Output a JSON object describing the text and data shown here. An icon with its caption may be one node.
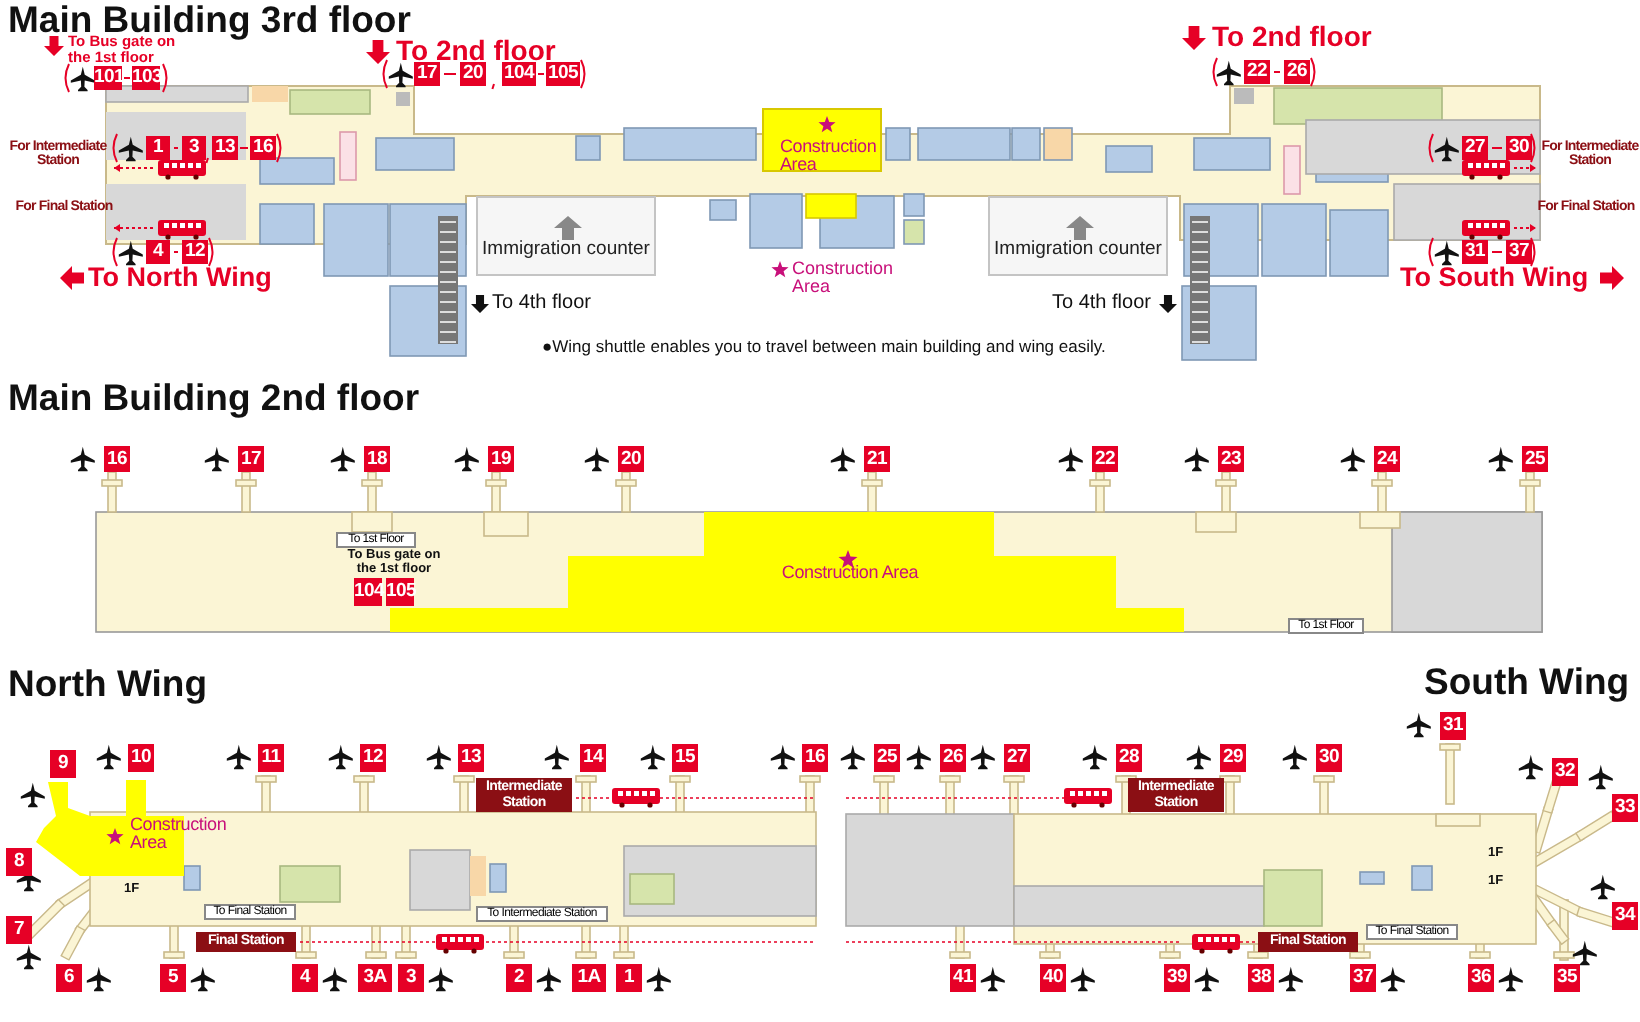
{
  "diagram": {
    "nodes": [
      {
        "text": [
          "101"
        ]
      },
      {
        "text": [
          "103"
        ]
      },
      {
        "text": [
          "17"
        ]
      },
      {
        "text": [
          "20"
        ]
      },
      {
        "text": [
          "104"
        ]
      },
      {
        "text": [
          "105"
        ]
      },
      {
        "text": [
          "22"
        ]
      },
      {
        "text": [
          "26"
        ]
      },
      {
        "text": [
          "Construction Area"
        ]
      },
      {
        "text": [
          "1"
        ]
      },
      {
        "text": [
          "3"
        ]
      },
      {
        "text": [
          "13"
        ]
      },
      {
        "text": [
          "16"
        ]
      },
      {
        "text": [
          "27"
        ]
      },
      {
        "text": [
          "30"
        ]
      },
      {
        "text": [
          "4"
        ]
      },
      {
        "text": [
          "12"
        ]
      },
      {
        "text": [
          "31"
        ]
      },
      {
        "text": [
          "37"
        ]
      },
      {
        "text": [
          "Immigration counter"
        ]
      },
      {
        "text": [
          "Immigration counter"
        ]
      },
      {
        "text": [
          "16"
        ]
      },
      {
        "text": [
          "17"
        ]
      },
      {
        "text": [
          "18"
        ]
      },
      {
        "text": [
          "19"
        ]
      },
      {
        "text": [
          "20"
        ]
      },
      {
        "text": [
          "21"
        ]
      },
      {
        "text": [
          "22"
        ]
      },
      {
        "text": [
          "23"
        ]
      },
      {
        "text": [
          "24"
        ]
      },
      {
        "text": [
          "25"
        ]
      },
      {
        "text": [
          "To 1st Floor"
        ]
      },
      {
        "text": [
          "104"
        ]
      },
      {
        "text": [
          "105"
        ]
      },
      {
        "text": [
          "Construction Area"
        ]
      },
      {
        "text": [
          "To 1st Floor"
        ]
      },
      {
        "text": [
          "9"
        ]
      },
      {
        "text": [
          "10"
        ]
      },
      {
        "text": [
          "11"
        ]
      },
      {
        "text": [
          "12"
        ]
      },
      {
        "text": [
          "13"
        ]
      },
      {
        "text": [
          "14"
        ]
      },
      {
        "text": [
          "15"
        ]
      },
      {
        "text": [
          "16"
        ]
      },
      {
        "text": [
          "Construction Area"
        ]
      },
      {
        "text": [
          "Intermediate Station"
        ]
      },
      {
        "text": [
          "8"
        ]
      },
      {
        "text": [
          "7"
        ]
      },
      {
        "text": [
          "To Final Station"
        ]
      },
      {
        "text": [
          "To Intermediate Station"
        ]
      },
      {
        "text": [
          "Final Station"
        ]
      },
      {
        "text": [
          "6"
        ]
      },
      {
        "text": [
          "5"
        ]
      },
      {
        "text": [
          "4"
        ]
      },
      {
        "text": [
          "3A"
        ]
      },
      {
        "text": [
          "3"
        ]
      },
      {
        "text": [
          "2"
        ]
      },
      {
        "text": [
          "1A"
        ]
      },
      {
        "text": [
          "1"
        ]
      },
      {
        "text": [
          "25"
        ]
      },
      {
        "text": [
          "26"
        ]
      },
      {
        "text": [
          "27"
        ]
      },
      {
        "text": [
          "28"
        ]
      },
      {
        "text": [
          "29"
        ]
      },
      {
        "text": [
          "30"
        ]
      },
      {
        "text": [
          "31"
        ]
      },
      {
        "text": [
          "32"
        ]
      },
      {
        "text": [
          "Intermediate Station"
        ]
      },
      {
        "text": [
          "33"
        ]
      },
      {
        "text": [
          "34"
        ]
      },
      {
        "text": [
          "To Final Station"
        ]
      },
      {
        "text": [
          "Final Station"
        ]
      },
      {
        "text": [
          "41"
        ]
      },
      {
        "text": [
          "40"
        ]
      },
      {
        "text": [
          "39"
        ]
      },
      {
        "text": [
          "38"
        ]
      },
      {
        "text": [
          "37"
        ]
      },
      {
        "text": [
          "36"
        ]
      },
      {
        "text": [
          "35"
        ]
      }
    ],
    "labels": [
      "Main Building 3rd floor",
      "To Bus gate on the 1st floor",
      "To 2nd floor",
      "To 2nd floor",
      "For Intermediate Station",
      "For Intermediate Station",
      "For Final Station",
      "For Final Station",
      "To North Wing",
      "Construction Area",
      "To South Wing",
      "To 4th floor",
      "To 4th floor",
      "●Wing shuttle enables you to travel between main building and wing easily.",
      "Main Building 2nd floor",
      "To Bus gate on the 1st floor",
      "North Wing",
      "South Wing",
      "1F",
      "1F",
      "1F"
    ]
  }
}
